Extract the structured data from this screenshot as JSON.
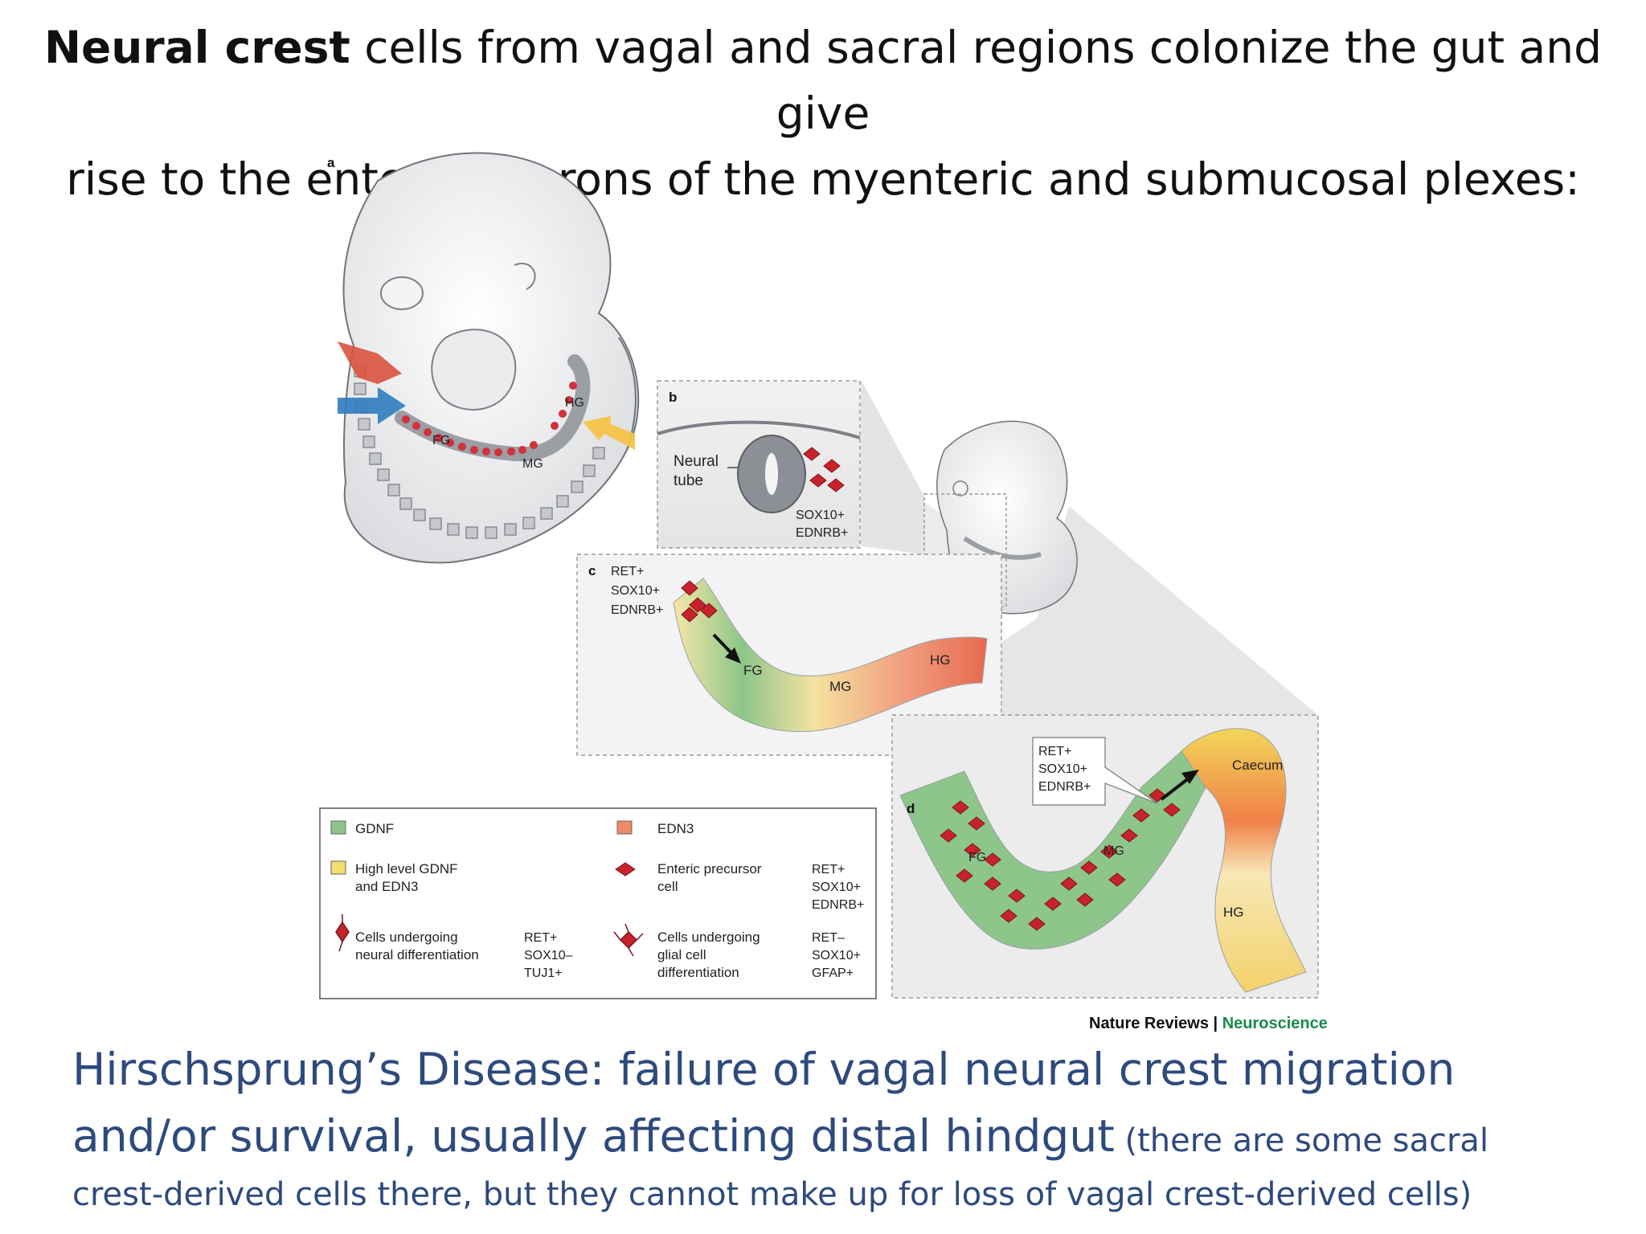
{
  "title": {
    "bold": "Neural crest",
    "rest_line1": " cells from vagal and sacral regions colonize the gut and give",
    "line2": "rise to the enteric neurons of the myenteric and submucosal plexes:"
  },
  "panels": {
    "a": {
      "label": "a",
      "fg": "FG",
      "mg": "MG",
      "hg": "HG"
    },
    "b": {
      "label": "b",
      "neural": "Neural",
      "tube": "tube",
      "sox": "SOX10+",
      "ednrb": "EDNRB+"
    },
    "c": {
      "label": "c",
      "ret": "RET+",
      "sox": "SOX10+",
      "ednrb": "EDNRB+",
      "fg": "FG",
      "mg": "MG",
      "hg": "HG"
    },
    "d": {
      "label": "d",
      "ret": "RET+",
      "sox": "SOX10+",
      "ednrb": "EDNRB+",
      "caecum": "Caecum",
      "fg": "FG",
      "mg": "MG",
      "hg": "HG"
    }
  },
  "legend": {
    "gdnf": "GDNF",
    "edn3": "EDN3",
    "high1": "High level GDNF",
    "high2": "and EDN3",
    "enteric1": "Enteric precursor",
    "enteric2": "cell",
    "enteric_m1": "RET+",
    "enteric_m2": "SOX10+",
    "enteric_m3": "EDNRB+",
    "neural1": "Cells undergoing",
    "neural2": "neural differentiation",
    "neural_m1": "RET+",
    "neural_m2": "SOX10–",
    "neural_m3": "TUJ1+",
    "glial1": "Cells undergoing",
    "glial2": "glial cell",
    "glial3": "differentiation",
    "glial_m1": "RET–",
    "glial_m2": "SOX10+",
    "glial_m3": "GFAP+"
  },
  "credit": {
    "journal": "Nature Reviews",
    "sep": " | ",
    "section": "Neuroscience"
  },
  "footer": {
    "line1": "Hirschsprung’s Disease: failure of vagal neural crest migration",
    "line2": "and/or survival, usually affecting distal hindgut",
    "paren1": " (there are some sacral",
    "line3": "crest-derived cells there, but they cannot make up for loss of vagal crest-derived cells)"
  },
  "colors": {
    "gdnf": "#8dc58a",
    "edn3": "#ee8a6a",
    "high": "#f3df6e",
    "cell": "#c8232c",
    "footer_text": "#2e4a7d",
    "credit_green": "#1a8a4a"
  }
}
